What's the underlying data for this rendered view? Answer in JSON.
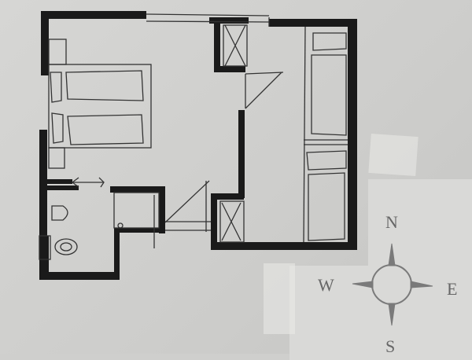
{
  "diagram": {
    "type": "floor-plan",
    "style": "hand-drawn sketch on paper",
    "rooms": [
      {
        "name": "bedroom-left",
        "furniture": [
          "double-bed"
        ]
      },
      {
        "name": "bathroom",
        "fixtures": [
          "toilet",
          "sink",
          "shower"
        ]
      },
      {
        "name": "hallway",
        "fixtures": [
          "closet"
        ]
      },
      {
        "name": "bedroom-right",
        "furniture": [
          "single-bed",
          "single-bed"
        ]
      }
    ]
  },
  "compass": {
    "north": "N",
    "south": "S",
    "east": "E",
    "west": "W"
  },
  "colors": {
    "wall": "#1a1a1a",
    "paper": "#d3d3d1",
    "sketch": "#333333",
    "compass": "#777777"
  }
}
